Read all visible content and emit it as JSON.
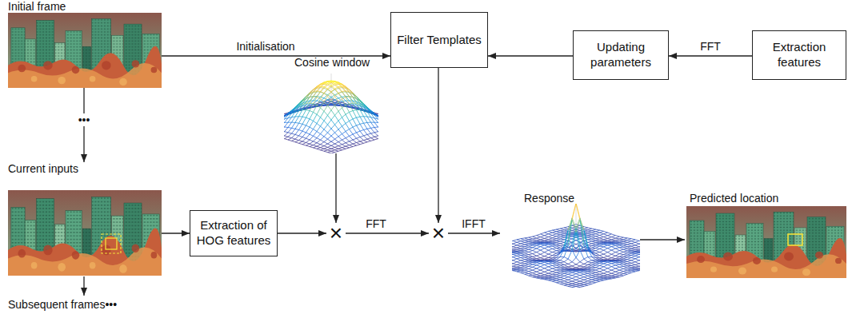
{
  "diagram": {
    "nodes": [
      {
        "text": [
          "Initial frame"
        ]
      },
      {
        "text": [
          "Filter Templates"
        ]
      },
      {
        "text": [
          "Updating parameters"
        ]
      },
      {
        "text": [
          "Extraction features"
        ]
      },
      {
        "text": [
          "Cosine window"
        ]
      },
      {
        "text": [
          "Current inputs"
        ]
      },
      {
        "text": [
          "Extraction of HOG features"
        ]
      },
      {
        "text": [
          "×"
        ]
      },
      {
        "text": [
          "×"
        ]
      },
      {
        "text": [
          "Response"
        ]
      },
      {
        "text": [
          "Predicted location"
        ]
      }
    ],
    "edges": [
      {
        "from": 0,
        "to": 1,
        "label": "Initialisation",
        "arrow": "to"
      },
      {
        "from": 3,
        "to": 2,
        "label": "FFT",
        "arrow": "to"
      },
      {
        "from": 2,
        "to": 1,
        "arrow": "to"
      },
      {
        "from": 0,
        "to": 5,
        "label": "•••",
        "arrow": "to"
      },
      {
        "from": 4,
        "to": 7,
        "arrow": "to"
      },
      {
        "from": 5,
        "to": 6,
        "arrow": "to"
      },
      {
        "from": 6,
        "to": 7,
        "arrow": "to"
      },
      {
        "from": 7,
        "to": 8,
        "label": "FFT",
        "arrow": "to"
      },
      {
        "from": 1,
        "to": 8,
        "arrow": "to"
      },
      {
        "from": 8,
        "to": 9,
        "label": "IFFT",
        "arrow": "to"
      },
      {
        "from": 9,
        "to": 10,
        "arrow": "to"
      }
    ],
    "labels": [
      "Subsequent frames•••"
    ]
  }
}
